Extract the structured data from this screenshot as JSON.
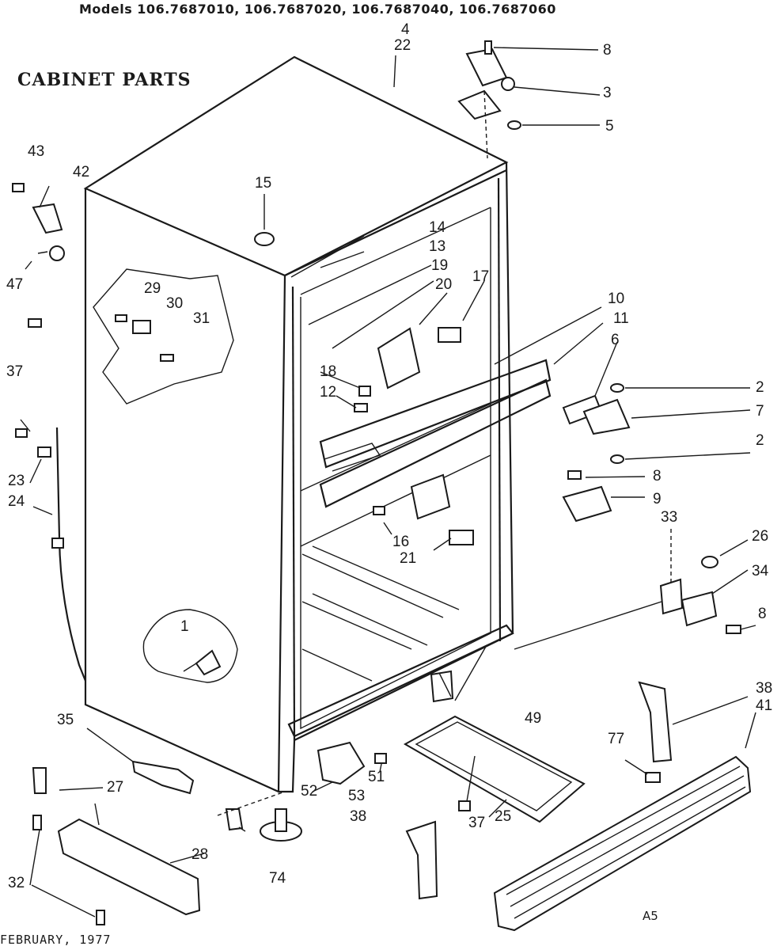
{
  "header": {
    "models": "Models 106.7687010, 106.7687020, 106.7687040, 106.7687060"
  },
  "title": "CABINET PARTS",
  "footer": {
    "date": "FEBRUARY, 1977",
    "code": "A5"
  },
  "labels": [
    "1",
    "2",
    "2",
    "3",
    "4",
    "5",
    "6",
    "7",
    "8",
    "8",
    "8",
    "9",
    "10",
    "11",
    "12",
    "13",
    "14",
    "15",
    "16",
    "17",
    "18",
    "19",
    "20",
    "21",
    "22",
    "23",
    "24",
    "25",
    "26",
    "27",
    "28",
    "29",
    "30",
    "31",
    "32",
    "33",
    "34",
    "35",
    "37",
    "37",
    "38",
    "38",
    "41",
    "42",
    "43",
    "47",
    "49",
    "51",
    "52",
    "53",
    "74",
    "77"
  ]
}
